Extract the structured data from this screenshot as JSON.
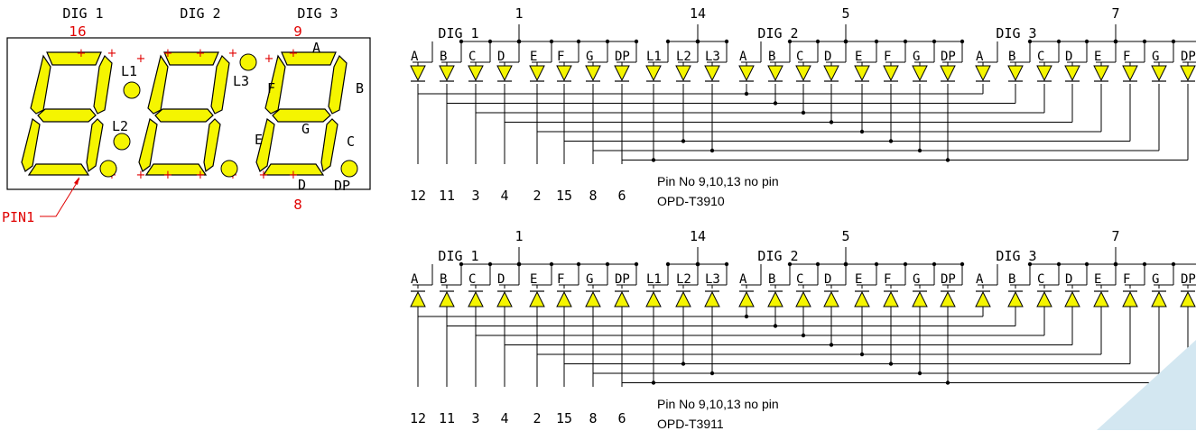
{
  "colors": {
    "segment_fill": "#f5f500",
    "outline": "#000000",
    "pin_red": "#e00000",
    "corner": "#d3e7f1"
  },
  "display": {
    "digit_labels": [
      "DIG 1",
      "DIG 2",
      "DIG 3"
    ],
    "pin_numbers": {
      "dig1": "16",
      "dig2": "9",
      "seg_d": "8"
    },
    "segment_labels": {
      "A": "A",
      "B": "B",
      "C": "C",
      "D": "D",
      "E": "E",
      "F": "F",
      "G": "G",
      "DP": "DP"
    },
    "lamp_labels": [
      "L1",
      "L2",
      "L3"
    ],
    "pin1_label": "PIN1"
  },
  "schematics": [
    {
      "model": "OPD-T3910",
      "note": "Pin No 9,10,13 no pin",
      "orientation": "down",
      "digit_labels": [
        "DIG 1",
        "DIG 2",
        "DIG 3"
      ],
      "common_pins": [
        "1",
        "14",
        "5",
        "7"
      ],
      "groups": [
        [
          "A",
          "B",
          "C",
          "D",
          "E",
          "F",
          "G",
          "DP"
        ],
        [
          "L1",
          "L2",
          "L3"
        ],
        [
          "A",
          "B",
          "C",
          "D",
          "E",
          "F",
          "G",
          "DP"
        ],
        [
          "A",
          "B",
          "C",
          "D",
          "E",
          "F",
          "G",
          "DP"
        ]
      ],
      "bottom_pins": [
        "12",
        "11",
        "3",
        "4",
        "2",
        "15",
        "8",
        "6"
      ]
    },
    {
      "model": "OPD-T3911",
      "note": "Pin No 9,10,13 no pin",
      "orientation": "up",
      "digit_labels": [
        "DIG 1",
        "DIG 2",
        "DIG 3"
      ],
      "common_pins": [
        "1",
        "14",
        "5",
        "7"
      ],
      "groups": [
        [
          "A",
          "B",
          "C",
          "D",
          "E",
          "F",
          "G",
          "DP"
        ],
        [
          "L1",
          "L2",
          "L3"
        ],
        [
          "A",
          "B",
          "C",
          "D",
          "E",
          "F",
          "G",
          "DP"
        ],
        [
          "A",
          "B",
          "C",
          "D",
          "E",
          "F",
          "G",
          "DP"
        ]
      ],
      "bottom_pins": [
        "12",
        "11",
        "3",
        "4",
        "2",
        "15",
        "8",
        "6"
      ]
    }
  ]
}
